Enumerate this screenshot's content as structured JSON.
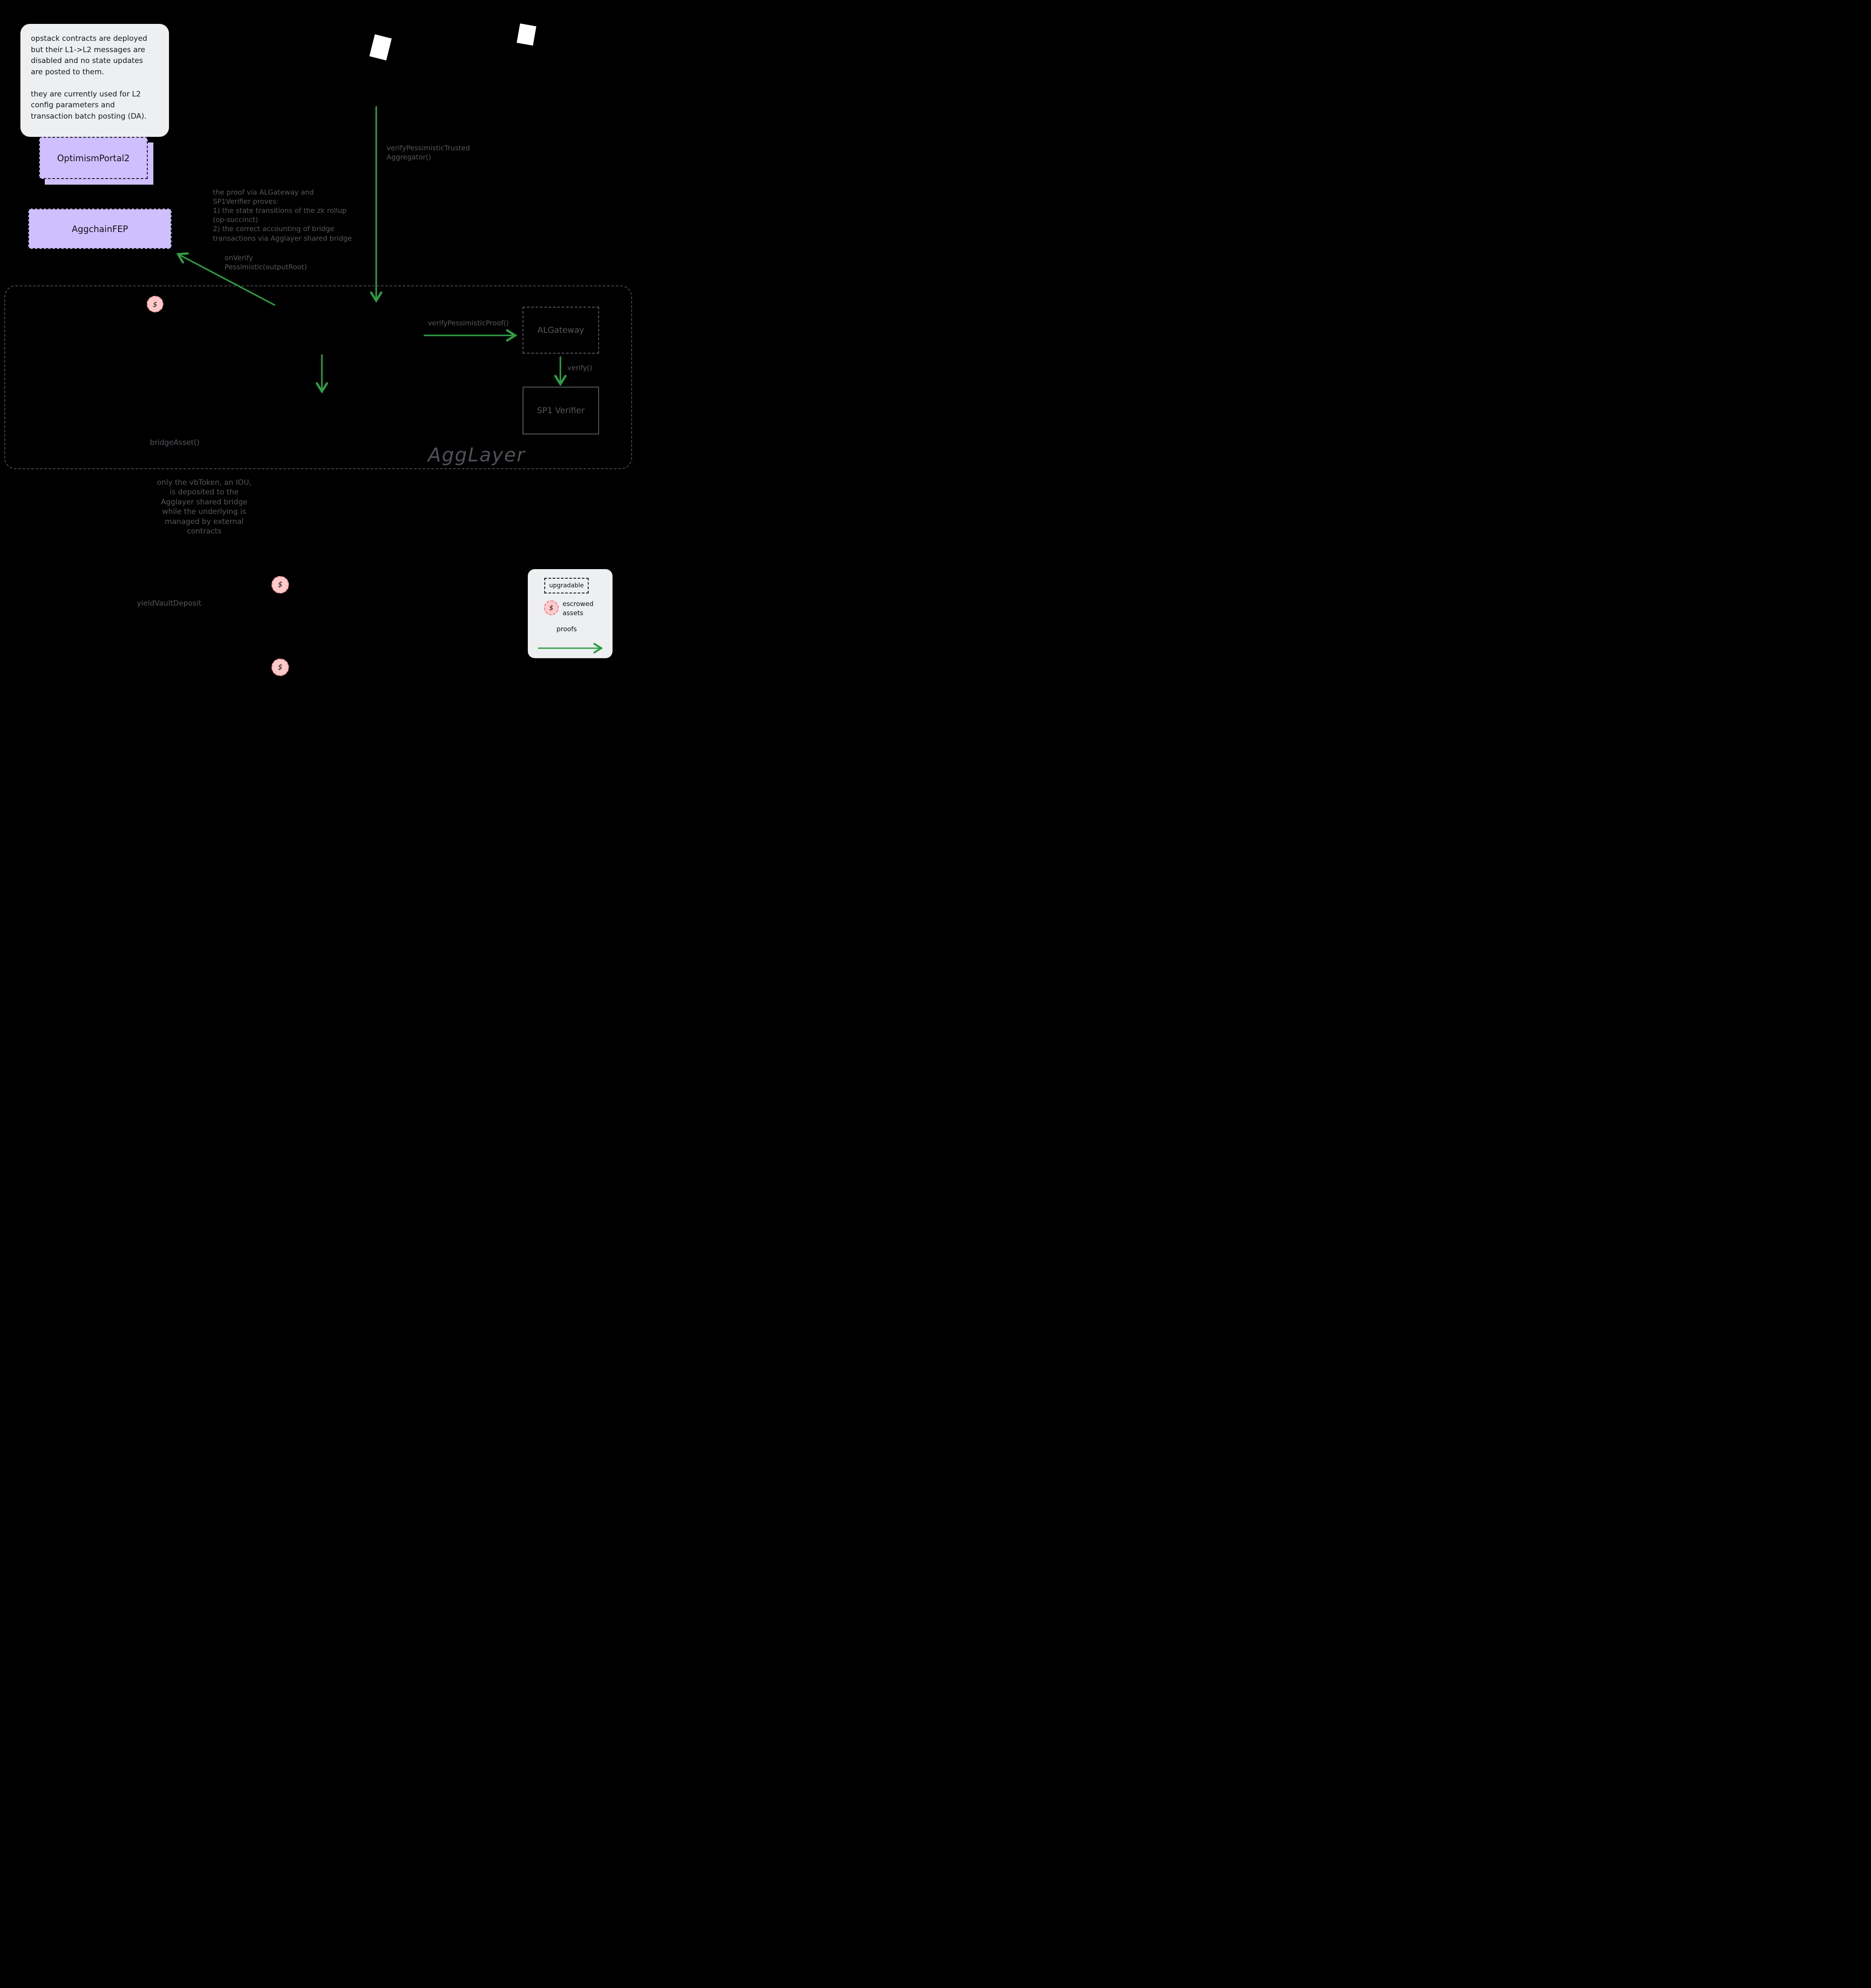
{
  "note": {
    "text": "opstack contracts are deployed\nbut their L1->L2 messages are\ndisabled and no state updates\nare posted to them.\n\nthey are currently used for L2\nconfig parameters and\ntransaction batch posting (DA)."
  },
  "nodes": {
    "optimism_portal": "OptimismPortal2",
    "aggchain_fep": "AggchainFEP",
    "al_gateway": "ALGateway",
    "sp1_verifier": "SP1 Verifier",
    "agglayer_label": "AggLayer"
  },
  "annotations": {
    "verify_pessimistic_trusted": "verifyPessimisticTrusted\nAggregator()",
    "proof_explainer": "the proof via ALGateway and\nSP1Verifier proves:\n1) the state transitions of the zk rollup\n  (op-succinct)\n2) the correct accounting of bridge\n  transactions via Agglayer shared bridge",
    "on_verify": "onVerify\nPessimistic(outputRoot)",
    "verify_pessimistic_proof": "verifyPessimisticProof()",
    "verify": "verify()",
    "bridge_asset": "bridgeAsset()",
    "vbtoken_note": "only the vbToken, an IOU,\nis deposited to the\nAgglayer shared bridge\nwhile the underlying is\nmanaged by external contracts",
    "yield_vault_deposit": "yieldVaultDeposit"
  },
  "escrow": {
    "symbol": "$"
  },
  "legend": {
    "upgradable": "upgradable",
    "escrowed": "escrowed\nassets",
    "proofs": "proofs"
  },
  "colors": {
    "background": "#000000",
    "green": "#2f9e44",
    "purple": "#d0bfff",
    "pink": "#ffc9c9",
    "gray_text": "#54585d"
  }
}
